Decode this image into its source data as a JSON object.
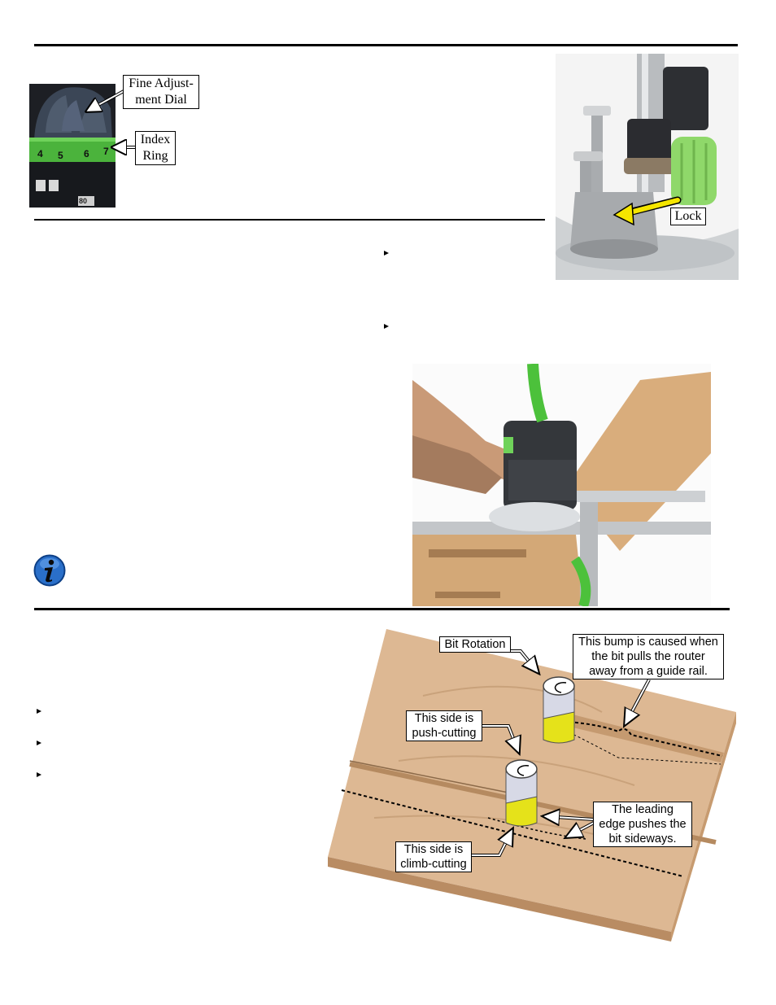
{
  "labels": {
    "fine_adjust": [
      "Fine Adjust-",
      "ment Dial"
    ],
    "index_ring": [
      "Index",
      "Ring"
    ],
    "lock": "Lock",
    "bit_rotation": "Bit Rotation",
    "bump": [
      "This bump is caused when",
      "the bit pulls the router",
      "away from a guide rail."
    ],
    "push_cutting": [
      "This side is",
      "push-cutting"
    ],
    "leading_edge": [
      "The leading",
      "edge pushes the",
      "bit sideways."
    ],
    "climb_cutting": [
      "This side is",
      "climb-cutting"
    ]
  },
  "dial_numbers": [
    "4",
    "5",
    "6",
    "7"
  ],
  "dial_small": "80",
  "icons": {
    "note": "info-icon"
  },
  "colors": {
    "rule": "#000000",
    "ring_green": "#5cc24a",
    "lever_green": "#8fd86a",
    "arrow_yellow": "#f5e600",
    "bit_yellow": "#e5e21a",
    "wood": "#d7b38c",
    "info_blue": "#2a6fc9"
  }
}
